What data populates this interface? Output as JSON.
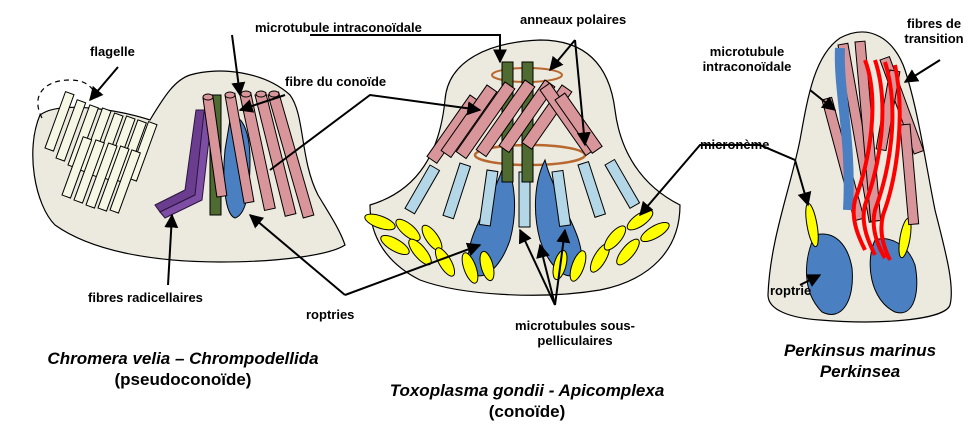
{
  "colors": {
    "background": "#ffffff",
    "cell_fill": "#ece9de",
    "conoid_fiber": "#d9969a",
    "intraconoidal_mt": "#4f6b31",
    "roptrie": "#4a7fc1",
    "microneme": "#ffff00",
    "subpellicular_mt": "#b4d7e8",
    "polar_ring": "#b8672e",
    "radical_fiber": "#6b3d8f",
    "flagellum": "#f7f7e6",
    "transition_fiber": "#ff0000"
  },
  "labels": {
    "flagelle": "flagelle",
    "microtubule_intraconoidale_center": "microtubule intraconoïdale",
    "fibre_du_conoide": "fibre du conoïde",
    "anneaux_polaires": "anneaux polaires",
    "microtubule_intraconoidale_right_1": "microtubule",
    "microtubule_intraconoidale_right_2": "intraconoïdale",
    "fibres_de_transition_1": "fibres de",
    "fibres_de_transition_2": "transition",
    "microneme": "micronème",
    "fibres_radicellaires": "fibres radicellaires",
    "roptries": "roptries",
    "roptrie": "roptrie",
    "microtubules_sous_pelliculaires_1": "microtubules sous-",
    "microtubules_sous_pelliculaires_2": "pelliculaires"
  },
  "captions": {
    "chromera_name": "Chromera velia – Chrompodellida",
    "chromera_type": "(pseudoconoïde)",
    "toxoplasma_name": "Toxoplasma gondii - Apicomplexa",
    "toxoplasma_type": "(conoïde)",
    "perkinsus_name_1": "Perkinsus marinus",
    "perkinsus_name_2": "Perkinsea"
  }
}
